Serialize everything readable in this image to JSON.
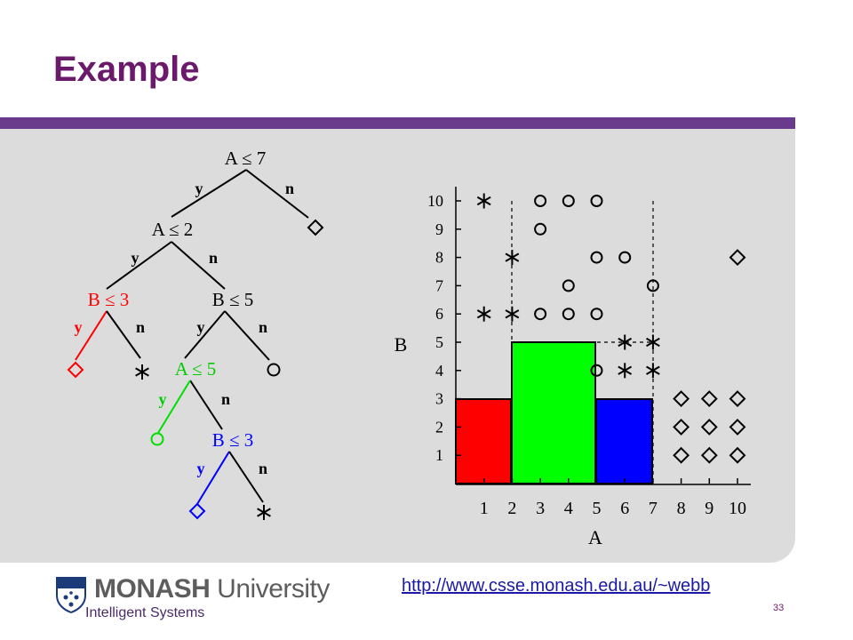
{
  "slide": {
    "title": "Example",
    "url": "http://www.csse.monash.edu.au/~webb",
    "page_number": "33",
    "logo_text_bold": "MONASH",
    "logo_text_regular": " University",
    "subtitle": "Intelligent Systems"
  },
  "tree": {
    "nodes": [
      {
        "id": "root",
        "label": "A ≤ 7",
        "color": "#000000"
      },
      {
        "id": "n1",
        "label": "A ≤ 2",
        "color": "#000000"
      },
      {
        "id": "n2",
        "label": "B ≤ 3",
        "color": "#ff0000"
      },
      {
        "id": "n3",
        "label": "B ≤ 5",
        "color": "#000000"
      },
      {
        "id": "n4",
        "label": "A ≤ 5",
        "color": "#00cc00"
      },
      {
        "id": "n5",
        "label": "B ≤ 3",
        "color": "#0000ff"
      }
    ],
    "yes_label": "y",
    "no_label": "n"
  },
  "plot": {
    "x_label": "A",
    "y_label": "B",
    "x_ticks": [
      "1",
      "2",
      "3",
      "4",
      "5",
      "6",
      "7",
      "8",
      "9",
      "10"
    ],
    "y_ticks": [
      "1",
      "2",
      "3",
      "4",
      "5",
      "6",
      "7",
      "8",
      "9",
      "10"
    ],
    "region_colors": {
      "red": "#ff0000",
      "green": "#00ff00",
      "blue": "#0000ff"
    },
    "points": [
      {
        "a": 1,
        "b": 10,
        "m": "star"
      },
      {
        "a": 3,
        "b": 10,
        "m": "circle"
      },
      {
        "a": 4,
        "b": 10,
        "m": "circle"
      },
      {
        "a": 5,
        "b": 10,
        "m": "circle"
      },
      {
        "a": 3,
        "b": 9,
        "m": "circle"
      },
      {
        "a": 2,
        "b": 8,
        "m": "star"
      },
      {
        "a": 5,
        "b": 8,
        "m": "circle"
      },
      {
        "a": 6,
        "b": 8,
        "m": "circle"
      },
      {
        "a": 10,
        "b": 8,
        "m": "diamond"
      },
      {
        "a": 4,
        "b": 7,
        "m": "circle"
      },
      {
        "a": 7,
        "b": 7,
        "m": "circle"
      },
      {
        "a": 1,
        "b": 6,
        "m": "star"
      },
      {
        "a": 2,
        "b": 6,
        "m": "star"
      },
      {
        "a": 3,
        "b": 6,
        "m": "circle"
      },
      {
        "a": 4,
        "b": 6,
        "m": "circle"
      },
      {
        "a": 5,
        "b": 6,
        "m": "circle"
      },
      {
        "a": 6,
        "b": 5,
        "m": "star"
      },
      {
        "a": 7,
        "b": 5,
        "m": "star"
      },
      {
        "a": 5,
        "b": 4,
        "m": "circle"
      },
      {
        "a": 6,
        "b": 4,
        "m": "star"
      },
      {
        "a": 7,
        "b": 4,
        "m": "star"
      },
      {
        "a": 8,
        "b": 3,
        "m": "diamond"
      },
      {
        "a": 9,
        "b": 3,
        "m": "diamond"
      },
      {
        "a": 10,
        "b": 3,
        "m": "diamond"
      },
      {
        "a": 8,
        "b": 2,
        "m": "diamond"
      },
      {
        "a": 9,
        "b": 2,
        "m": "diamond"
      },
      {
        "a": 10,
        "b": 2,
        "m": "diamond"
      },
      {
        "a": 8,
        "b": 1,
        "m": "diamond"
      },
      {
        "a": 9,
        "b": 1,
        "m": "diamond"
      },
      {
        "a": 10,
        "b": 1,
        "m": "diamond"
      }
    ]
  }
}
